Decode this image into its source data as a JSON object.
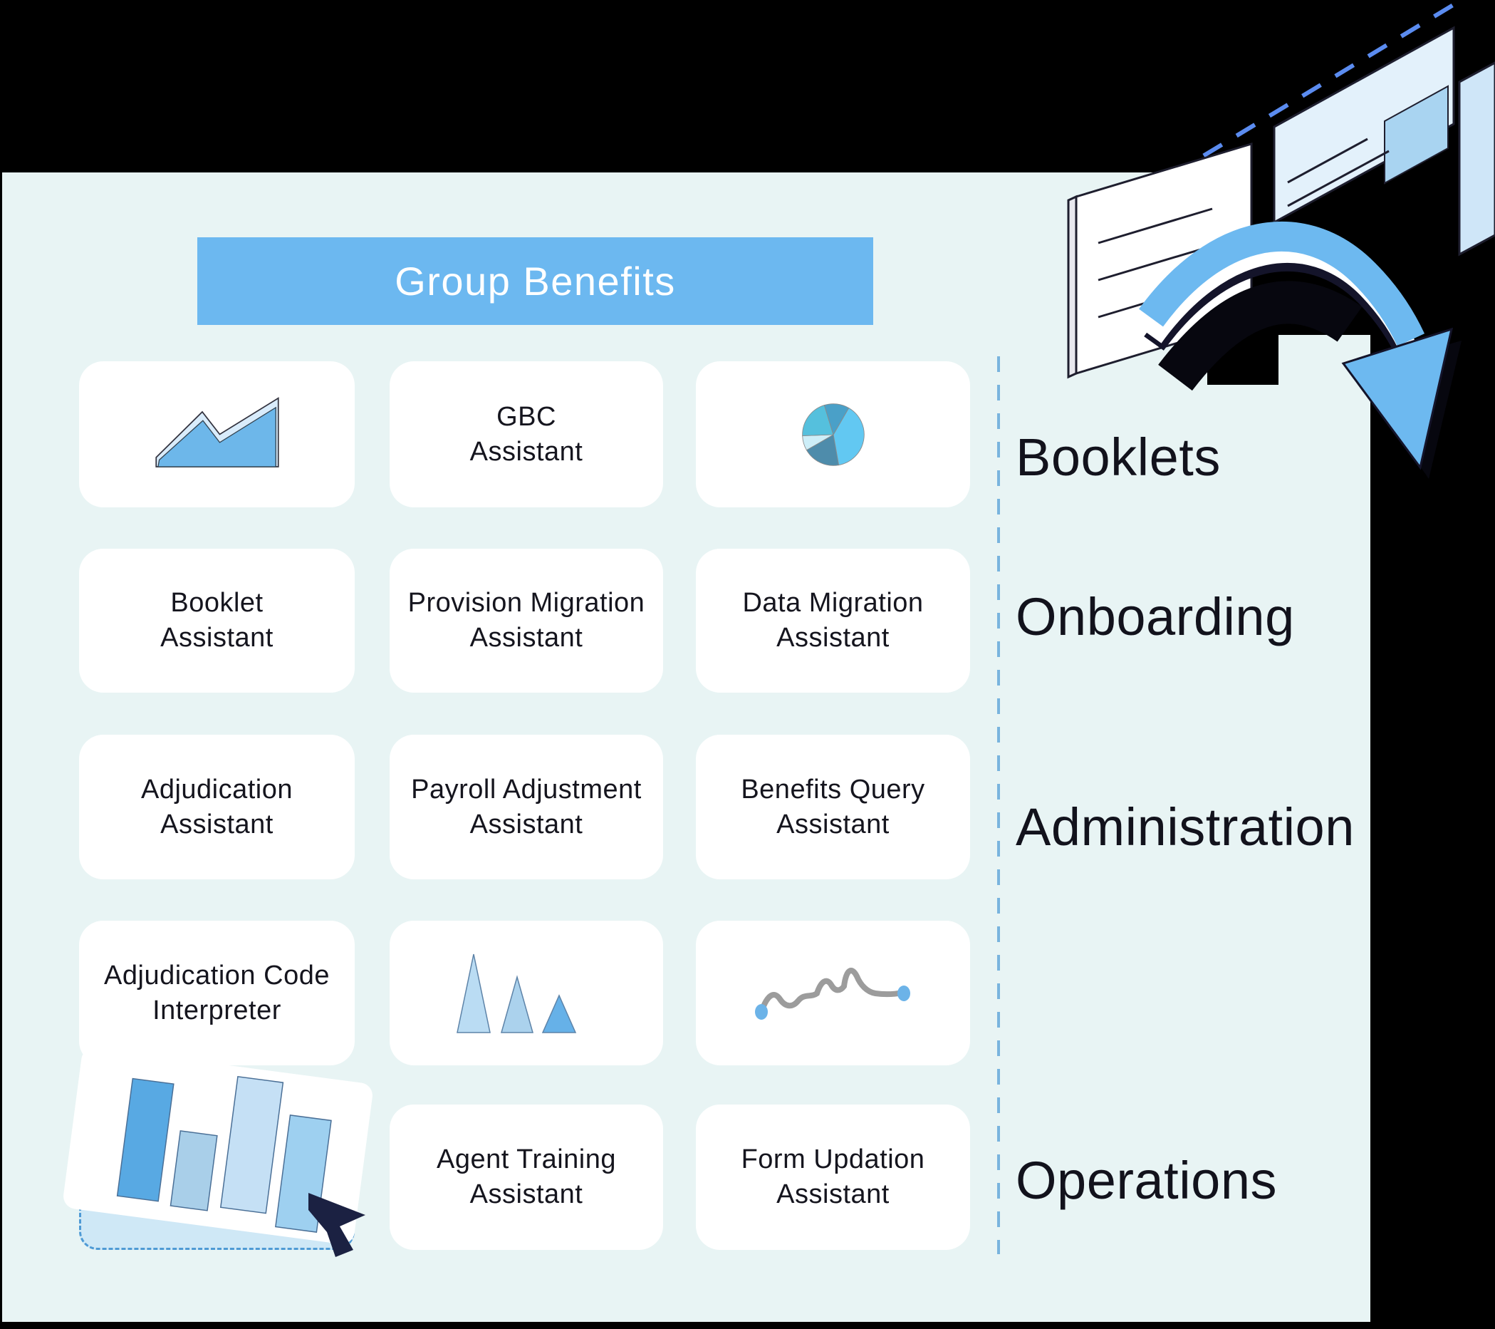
{
  "header": {
    "title": "Group Benefits"
  },
  "cards": [
    {
      "name": "area-chart-card",
      "icon": "area-chart-icon"
    },
    {
      "name": "gbc-assistant",
      "label": "GBC\nAssistant"
    },
    {
      "name": "pie-chart-card",
      "icon": "pie-chart-icon"
    },
    {
      "name": "booklet-assistant",
      "label": "Booklet\nAssistant"
    },
    {
      "name": "provision-migration-assistant",
      "label": "Provision Migration\nAssistant"
    },
    {
      "name": "data-migration-assistant",
      "label": "Data Migration\nAssistant"
    },
    {
      "name": "adjudication-assistant",
      "label": "Adjudication\nAssistant"
    },
    {
      "name": "payroll-adjustment-assistant",
      "label": "Payroll Adjustment\nAssistant"
    },
    {
      "name": "benefits-query-assistant",
      "label": "Benefits Query\nAssistant"
    },
    {
      "name": "adjudication-code-interpreter",
      "label": "Adjudication Code\nInterpreter"
    },
    {
      "name": "triangles-card",
      "icon": "triangles-icon"
    },
    {
      "name": "squiggle-line-card",
      "icon": "squiggle-line-icon"
    },
    {
      "name": "bar-chart-tilted-card",
      "icon": "bar-chart-icon"
    },
    {
      "name": "agent-training-assistant",
      "label": "Agent Training\nAssistant"
    },
    {
      "name": "form-updation-assistant",
      "label": "Form Updation\nAssistant"
    }
  ],
  "categories": [
    {
      "label": "Booklets"
    },
    {
      "label": "Onboarding"
    },
    {
      "label": "Administration"
    },
    {
      "label": "Operations"
    }
  ],
  "colors": {
    "accent_blue": "#6CB8F0",
    "panel_mint": "#E8F4F4",
    "card_white": "#FFFFFF",
    "text_dark": "#15151E",
    "dashed_separator": "#79B4DE",
    "dashed_diagonal": "#5B8CF0",
    "slot_fill": "#CFE8F6",
    "slot_border": "#4E9AD5",
    "cursor_navy": "#1B2142",
    "squiggle_gray": "#9C9C9C"
  }
}
